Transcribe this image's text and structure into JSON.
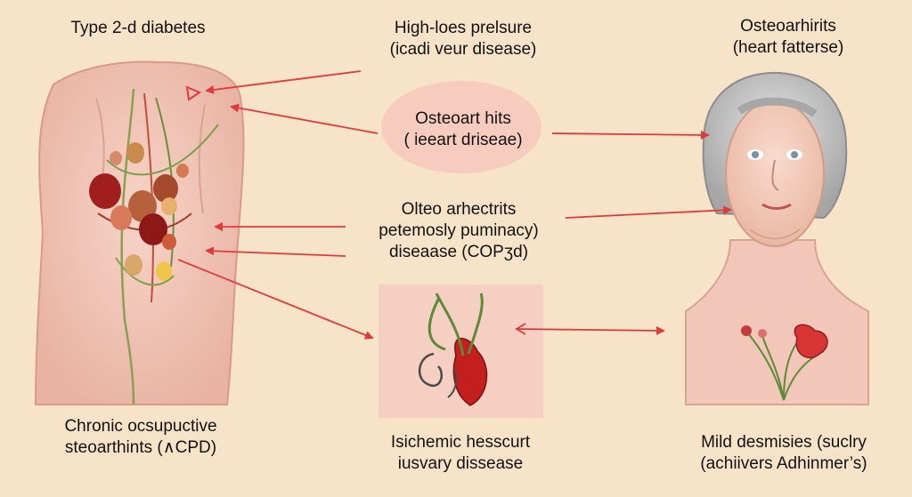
{
  "labels": {
    "top_left": [
      "Type 2-d diabetes"
    ],
    "top_center": [
      "High-loes prelsure",
      "(icadi veur disease)"
    ],
    "top_right": [
      "Osteoarhirits",
      "(heart fatterse)"
    ],
    "oval_label": [
      "Osteoart hits",
      "( ieeart driseae)"
    ],
    "middle_center": [
      "Olteo arhectrits",
      "petemosly puminacy)",
      "diseaase (COPʒd)"
    ],
    "bottom_left": [
      "Chronic ocsupuctive",
      "steoarthints (∧CPD)"
    ],
    "bottom_center": [
      "Isichemic hesscurt",
      "iusvary dissease"
    ],
    "bottom_right": [
      "Mild desmisies (suclry",
      "(achiivers Adhinmer’s)"
    ]
  },
  "colors": {
    "background": "#f6e3c8",
    "arrow": "#e23a3a",
    "skin": "#f2c7ba",
    "oval_fill": "#f7cbbd",
    "panel_fill": "#f4cfc2"
  }
}
